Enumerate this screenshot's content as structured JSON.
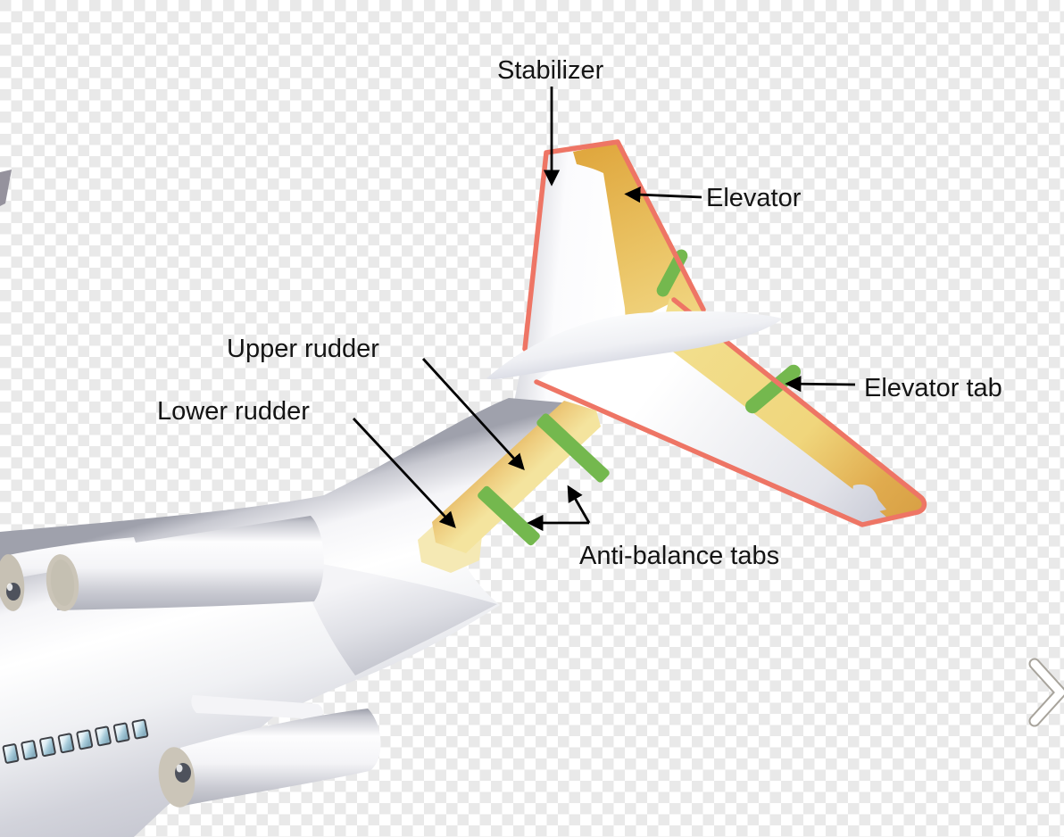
{
  "background": {
    "checker_light": "#ffffff",
    "checker_dark": "#e9e9e9"
  },
  "labels": {
    "stabilizer": "Stabilizer",
    "elevator": "Elevator",
    "elevator_tab": "Elevator tab",
    "upper_rudder": "Upper rudder",
    "lower_rudder": "Lower rudder",
    "anti_balance_tabs": "Anti-balance tabs"
  },
  "colors": {
    "outline_red": "#ee7565",
    "surface_yellow": "#f0d67c",
    "surface_gold": "#dfa84c",
    "tab_green": "#74b84e",
    "leader_line": "#000000",
    "text": "#141414"
  },
  "viewer": {
    "next_icon": "chevron-right-icon"
  }
}
